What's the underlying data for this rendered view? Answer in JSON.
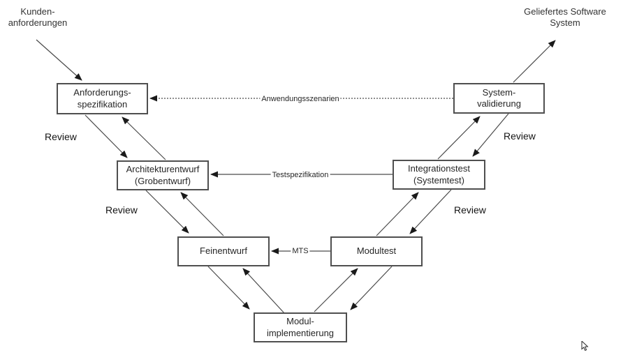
{
  "boxes": {
    "anforderungsspezifikation": "Anforderungs-\nspezifikation",
    "architekturentwurf": "Architekturentwurf\n(Grobentwurf)",
    "feinentwurf": "Feinentwurf",
    "modulimplementierung": "Modul-\nimplementierung",
    "modultest": "Modultest",
    "integrationstest": "Integrationstest\n(Systemtest)",
    "systemvalidierung": "System-\nvalidierung"
  },
  "external_labels": {
    "input": "Kunden-\nanforderungen",
    "output": "Geliefertes Software\nSystem"
  },
  "edge_labels": {
    "anwendungsszenarien": "Anwendungsszenarien",
    "testspezifikation": "Testspezifikation",
    "mts": "MTS"
  },
  "labels": {
    "review": "Review"
  },
  "colors": {
    "line": "#4a4a4a",
    "box_border": "#4f4f4f",
    "text": "#262626",
    "background": "#ffffff"
  }
}
